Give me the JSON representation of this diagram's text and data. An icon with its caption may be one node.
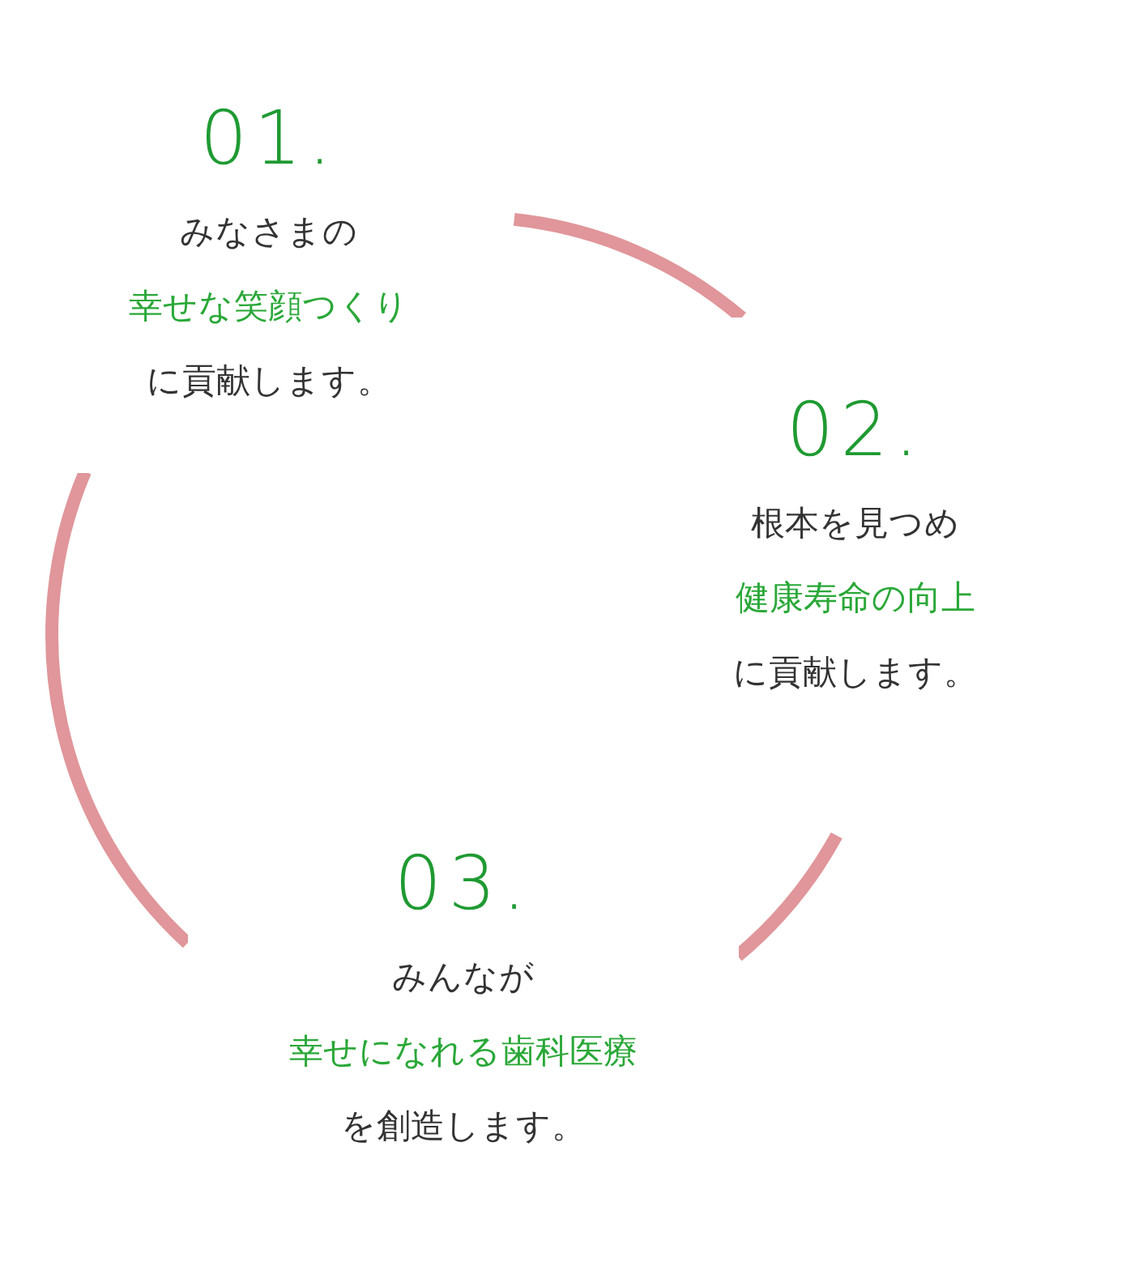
{
  "diagram": {
    "nodes": [
      {
        "text": [
          "01.",
          "みなさまの",
          "幸せな笑顔つくり",
          "に貢献します。"
        ]
      },
      {
        "text": [
          "02.",
          "根本を見つめ",
          "健康寿命の向上",
          "に貢献します。"
        ]
      },
      {
        "text": [
          "03.",
          "みんなが",
          "幸せになれる歯科医療",
          "を創造します。"
        ]
      }
    ],
    "edges": [
      {
        "from": 0,
        "to": 1,
        "arrow": "none"
      },
      {
        "from": 1,
        "to": 2,
        "arrow": "none"
      },
      {
        "from": 2,
        "to": 0,
        "arrow": "none"
      }
    ]
  }
}
